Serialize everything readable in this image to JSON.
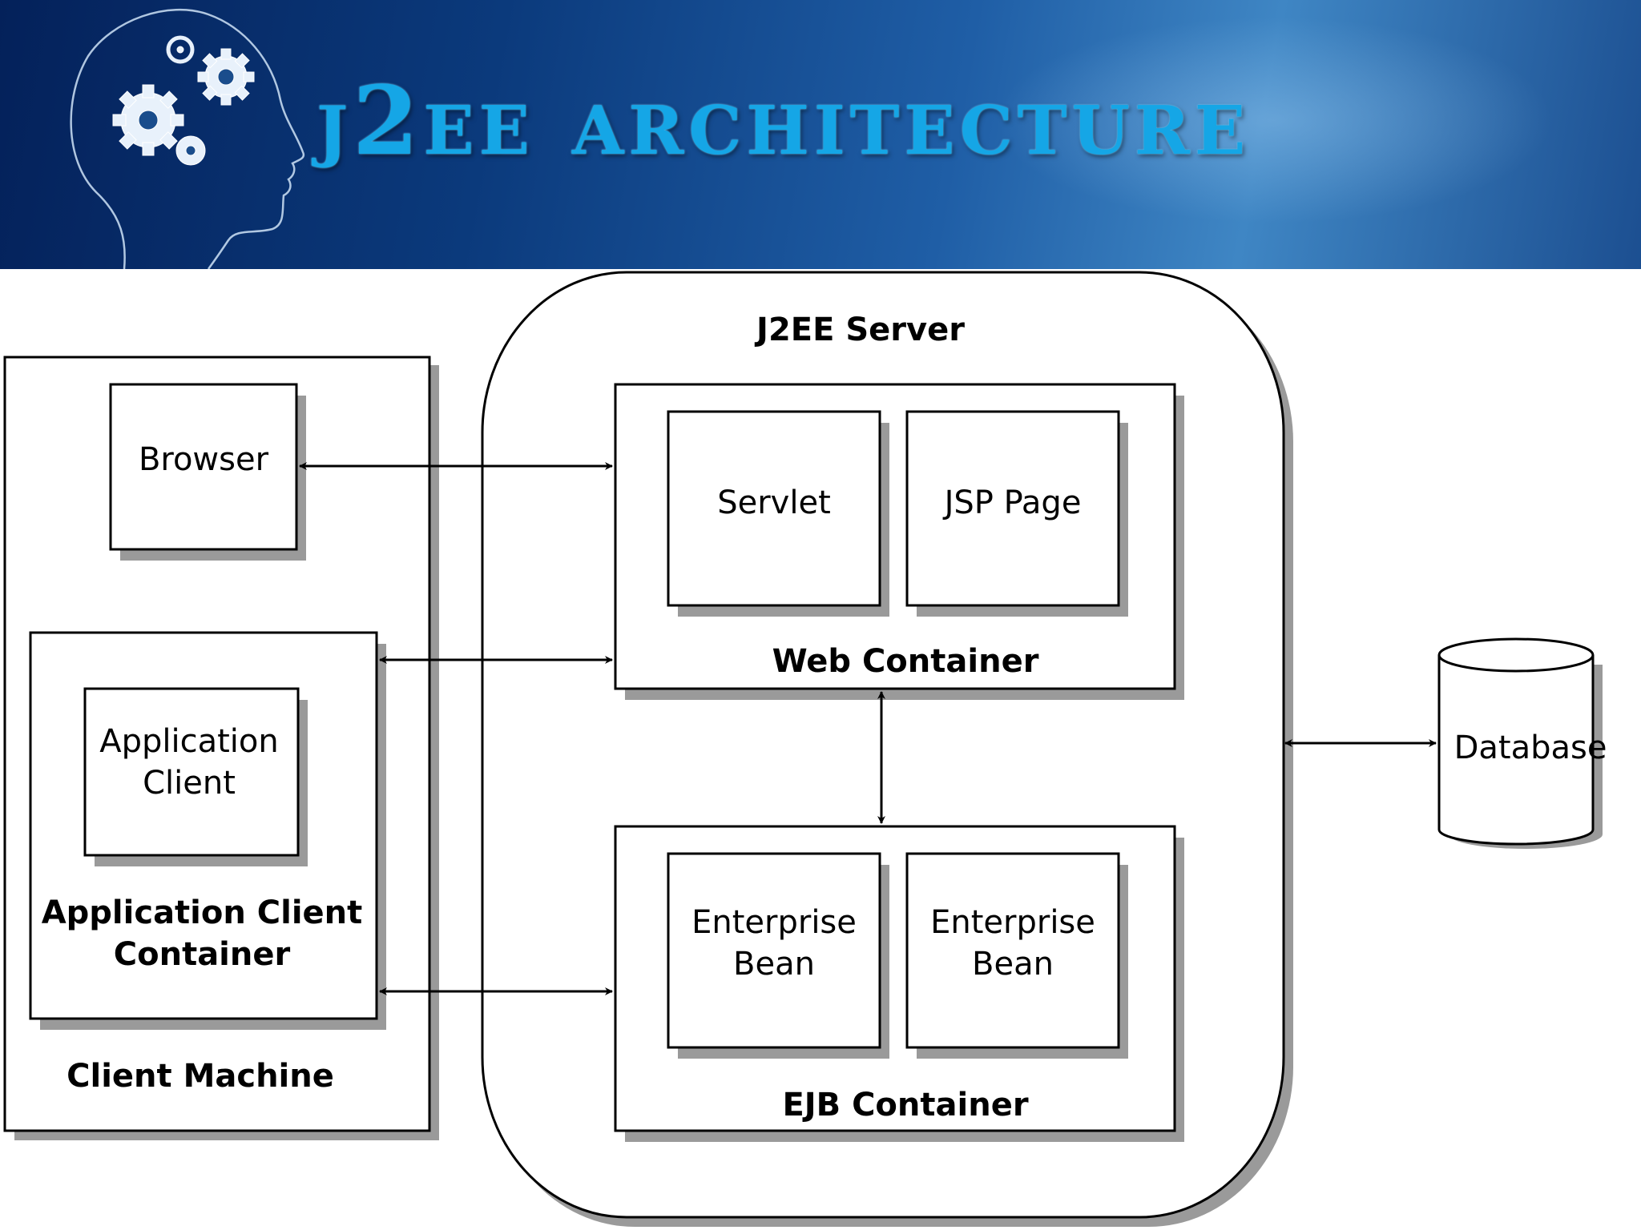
{
  "header": {
    "title": "J2EE Architecture",
    "logo": "head-with-gears-icon"
  },
  "diagram": {
    "client_machine": {
      "label": "Client Machine"
    },
    "browser": {
      "label": "Browser"
    },
    "app_client_container": {
      "label": "Application Client\nContainer"
    },
    "app_client": {
      "label": "Application\nClient"
    },
    "j2ee_server": {
      "label": "J2EE Server"
    },
    "web_container": {
      "label": "Web Container"
    },
    "servlet": {
      "label": "Servlet"
    },
    "jsp_page": {
      "label": "JSP Page"
    },
    "ejb_container": {
      "label": "EJB Container"
    },
    "enterprise_bean_1": {
      "label": "Enterprise\nBean"
    },
    "enterprise_bean_2": {
      "label": "Enterprise\nBean"
    },
    "database": {
      "label": "Database"
    }
  },
  "colors": {
    "banner_dark": "#04215a",
    "banner_light": "#3f86c4",
    "title": "#15a6e6",
    "shadow": "#9a9a9a"
  }
}
